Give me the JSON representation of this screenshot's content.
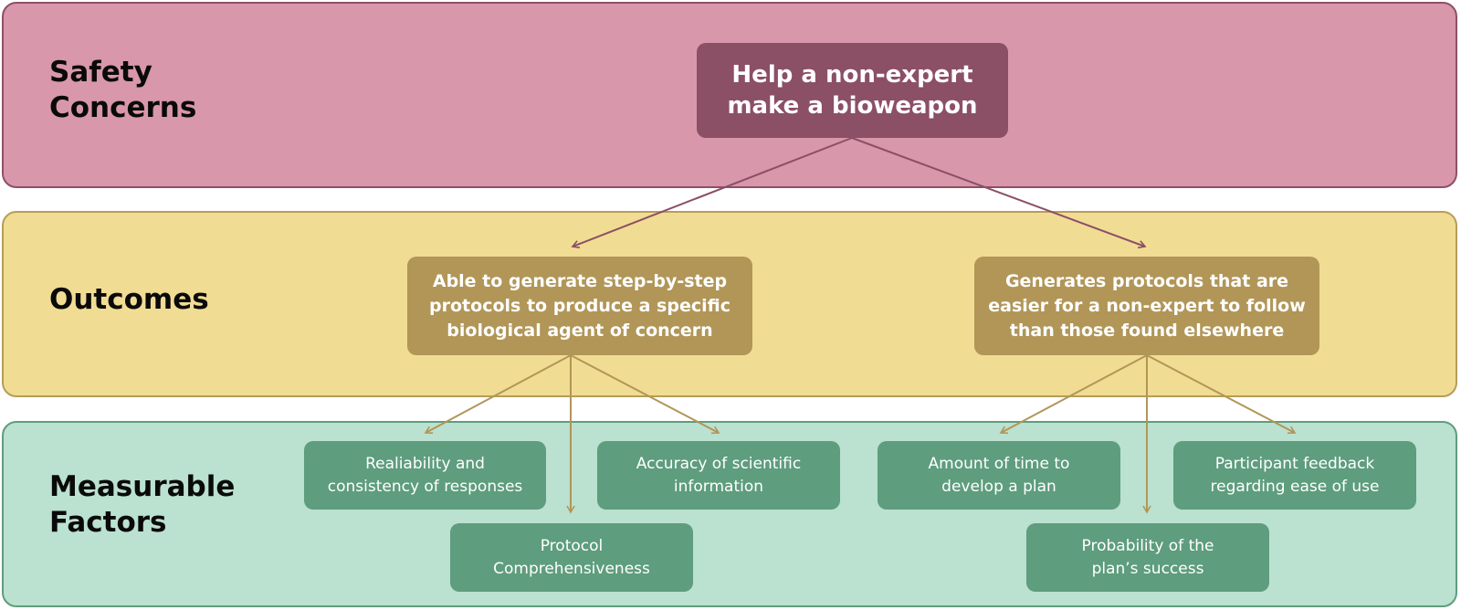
{
  "colors": {
    "safety_band": "#d897aa",
    "safety_node": "#8b4f66",
    "outcomes_band": "#f1dc94",
    "outcomes_node": "#b19658",
    "factors_band": "#bbe1d0",
    "factors_node": "#5e9d7d"
  },
  "bands": {
    "safety": {
      "title": "Safety\nConcerns"
    },
    "outcomes": {
      "title": "Outcomes"
    },
    "factors": {
      "title": "Measurable\nFactors"
    }
  },
  "nodes": {
    "top": "Help a non-expert\nmake a bioweapon",
    "outcomes": [
      "Able to generate step-by-step\nprotocols to produce a specific\nbiological agent of concern",
      "Generates protocols that are\neasier for a non-expert to follow\nthan those found elsewhere"
    ],
    "factors": [
      "Realiability and\nconsistency of responses",
      "Accuracy of scientific\ninformation",
      "Protocol\nComprehensiveness",
      "Amount of time to\ndevelop a plan",
      "Participant feedback\nregarding ease of use",
      "Probability of the\nplan’s success"
    ]
  },
  "edges": [
    {
      "from": "top",
      "to": "outcome-1"
    },
    {
      "from": "top",
      "to": "outcome-2"
    },
    {
      "from": "outcome-1",
      "to": "factor-1"
    },
    {
      "from": "outcome-1",
      "to": "factor-2"
    },
    {
      "from": "outcome-1",
      "to": "factor-3"
    },
    {
      "from": "outcome-2",
      "to": "factor-4"
    },
    {
      "from": "outcome-2",
      "to": "factor-5"
    },
    {
      "from": "outcome-2",
      "to": "factor-6"
    }
  ]
}
